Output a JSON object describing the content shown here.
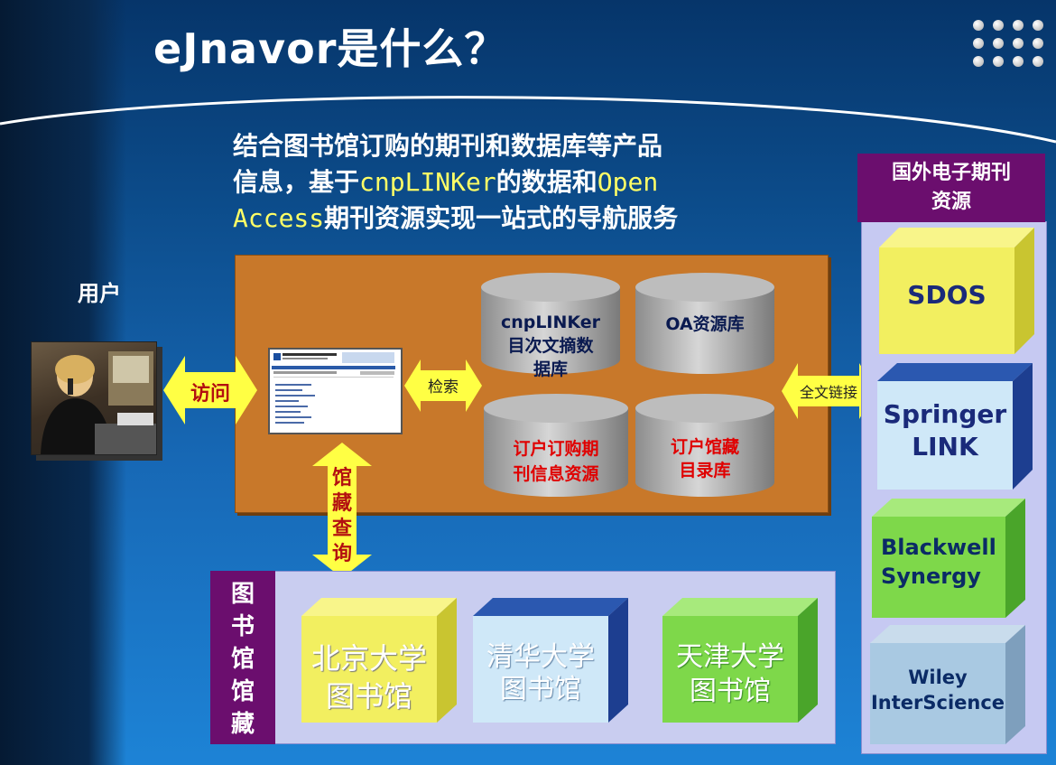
{
  "title": "eJnavor是什么？",
  "description": {
    "line1": "结合图书馆订购的期刊和数据库等产品",
    "line2_a": "信息，基于",
    "line2_hl": "cnpLINKer",
    "line2_b": "的数据和",
    "line2_hl2": "Open",
    "line3_hl": "Access",
    "line3_b": "期刊资源实现一站式的导航服务"
  },
  "user_label": "用户",
  "arrows": {
    "visit": "访问",
    "search": "检索",
    "fulltext": "全文链接",
    "holdings_query": [
      "馆",
      "藏",
      "查",
      "询"
    ]
  },
  "databases": [
    {
      "line1": "cnpLINKer",
      "line2": "目次文摘数",
      "line3": "据库",
      "color": "#0a1a50"
    },
    {
      "line1": "OA资源库",
      "line2": "",
      "line3": "",
      "color": "#0a1a50"
    },
    {
      "line1": "订户订购期",
      "line2": "刊信息资源",
      "line3": "",
      "color": "#e00000"
    },
    {
      "line1": "订户馆藏",
      "line2": "目录库",
      "line3": "",
      "color": "#e00000"
    }
  ],
  "foreign_header": {
    "line1": "国外电子期刊",
    "line2": "资源"
  },
  "foreign_resources": [
    {
      "line1": "SDOS",
      "line2": "",
      "color": "#1a2a7a",
      "face": "#f2ef60"
    },
    {
      "line1": "Springer",
      "line2": "LINK",
      "color": "#1a2a7a",
      "face": "#cfe8f8"
    },
    {
      "line1": "Blackwell",
      "line2": "Synergy",
      "color": "#0b2b66",
      "face": "#7ed84a"
    },
    {
      "line1": "Wiley",
      "line2": "InterScience",
      "color": "#0b2b66",
      "face": "#a9c9e2"
    }
  ],
  "library_header": [
    "图",
    "书",
    "馆",
    "馆",
    "藏"
  ],
  "libraries": [
    {
      "line1": "北京大学",
      "line2": "图书馆",
      "face": "#f2ef60"
    },
    {
      "line1": "清华大学",
      "line2": "图书馆",
      "face": "#cfe8f8"
    },
    {
      "line1": "天津大学",
      "line2": "图书馆",
      "face": "#7ed84a"
    }
  ],
  "colors": {
    "highlight": "#ffff66",
    "orange_box": "#c8782a",
    "purple": "#6b0e6e",
    "arrow_fill": "#ffff44"
  }
}
